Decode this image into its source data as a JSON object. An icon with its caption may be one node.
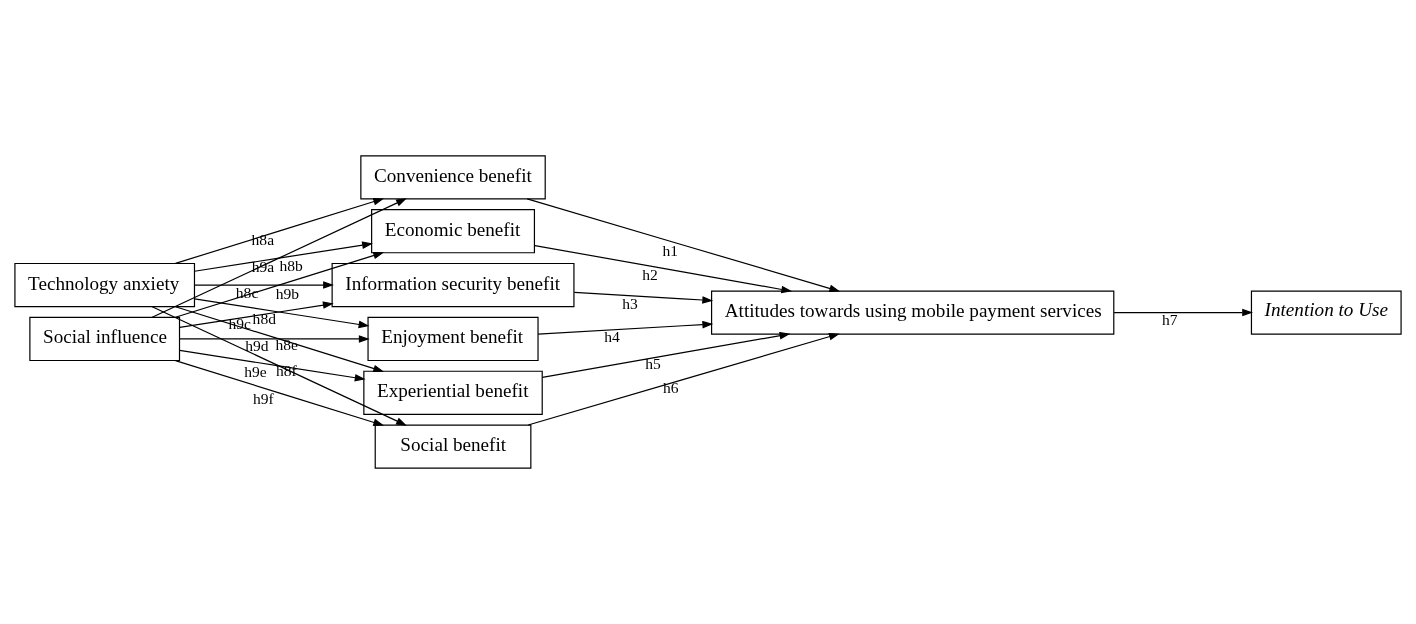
{
  "diagram": {
    "nodes": [
      {
        "text": [
          "Technology anxiety"
        ]
      },
      {
        "text": [
          "Social influence"
        ]
      },
      {
        "text": [
          "Convenience benefit"
        ]
      },
      {
        "text": [
          "Economic benefit"
        ]
      },
      {
        "text": [
          "Information security benefit"
        ]
      },
      {
        "text": [
          "Enjoyment benefit"
        ]
      },
      {
        "text": [
          "Experiential benefit"
        ]
      },
      {
        "text": [
          "Social benefit"
        ]
      },
      {
        "text": [
          "Attitudes towards using mobile payment services"
        ]
      },
      {
        "text": [
          "Intention to Use"
        ]
      }
    ],
    "edges": [
      {
        "from": 0,
        "to": 2,
        "arrow": "to",
        "label": "h8a"
      },
      {
        "from": 0,
        "to": 3,
        "arrow": "to",
        "label": "h8b"
      },
      {
        "from": 0,
        "to": 4,
        "arrow": "to",
        "label": "h8c"
      },
      {
        "from": 0,
        "to": 5,
        "arrow": "to",
        "label": "h8d"
      },
      {
        "from": 0,
        "to": 6,
        "arrow": "to",
        "label": "h8e"
      },
      {
        "from": 0,
        "to": 7,
        "arrow": "to",
        "label": "h8f"
      },
      {
        "from": 1,
        "to": 2,
        "arrow": "to",
        "label": "h9a"
      },
      {
        "from": 1,
        "to": 3,
        "arrow": "to",
        "label": "h9b"
      },
      {
        "from": 1,
        "to": 4,
        "arrow": "to",
        "label": "h9c"
      },
      {
        "from": 1,
        "to": 5,
        "arrow": "to",
        "label": "h9d"
      },
      {
        "from": 1,
        "to": 6,
        "arrow": "to",
        "label": "h9e"
      },
      {
        "from": 1,
        "to": 7,
        "arrow": "to",
        "label": "h9f"
      },
      {
        "from": 2,
        "to": 8,
        "arrow": "to",
        "label": "h1"
      },
      {
        "from": 3,
        "to": 8,
        "arrow": "to",
        "label": "h2"
      },
      {
        "from": 4,
        "to": 8,
        "arrow": "to",
        "label": "h3"
      },
      {
        "from": 5,
        "to": 8,
        "arrow": "to",
        "label": "h4"
      },
      {
        "from": 6,
        "to": 8,
        "arrow": "to",
        "label": "h5"
      },
      {
        "from": 7,
        "to": 8,
        "arrow": "to",
        "label": "h6"
      },
      {
        "from": 8,
        "to": 9,
        "arrow": "to",
        "label": "h7"
      }
    ]
  }
}
